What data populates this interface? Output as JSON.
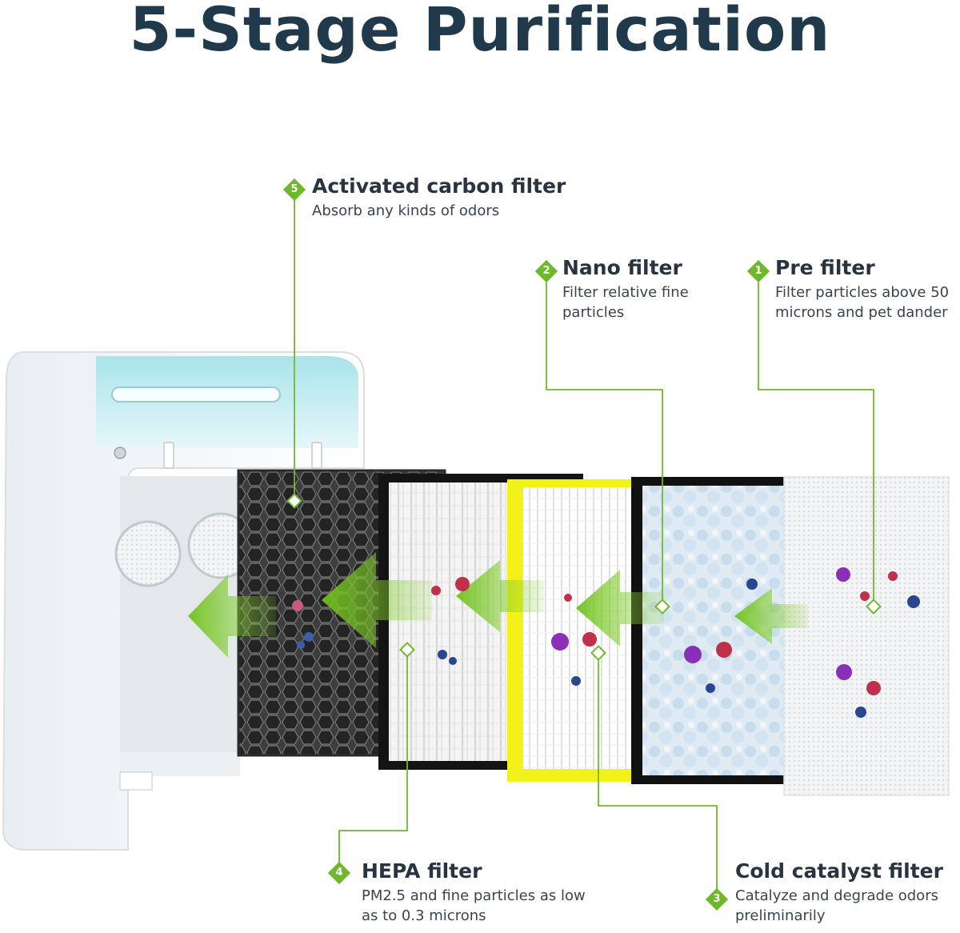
{
  "title": "5-Stage Purification",
  "stages": [
    {
      "number": "5",
      "name": "Activated carbon filter",
      "description": "Absorb any kinds of odors"
    },
    {
      "number": "2",
      "name": "Nano filter",
      "description": "Filter relative fine particles"
    },
    {
      "number": "1",
      "name": "Pre filter",
      "description": "Filter particles above 50 microns and pet dander"
    },
    {
      "number": "4",
      "name": "HEPA filter",
      "description": "PM2.5 and fine particles as low as to 0.3 microns"
    },
    {
      "number": "3",
      "name": "Cold catalyst filter",
      "description": "Catalyze and degrade odors preliminarily"
    }
  ],
  "colors": {
    "accent": "#6fb82c",
    "title": "#203a4c",
    "text": "#2a3340",
    "highlight_yellow": "#f2f21a"
  }
}
